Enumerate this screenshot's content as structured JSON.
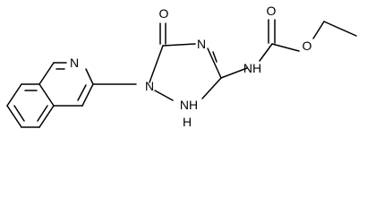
{
  "atoms": {
    "o_carbonyl_ring": "O",
    "n_ring_4": "N",
    "n_ring_1": "N",
    "nh_ring_2": "NH",
    "h_ring_2": "H",
    "nh_carbamate": "NH",
    "o_carbamate_carbonyl": "O",
    "o_carbamate_ester": "O",
    "n_quinoline": "N"
  },
  "colors": {
    "bond": "#000000",
    "label": "#000000",
    "background": "#ffffff"
  }
}
